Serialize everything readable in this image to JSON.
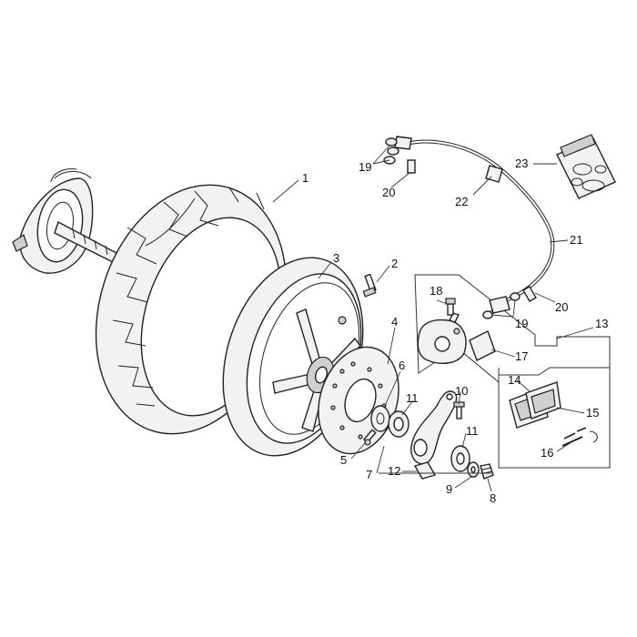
{
  "callouts": [
    {
      "id": "c1",
      "label": "1"
    },
    {
      "id": "c2",
      "label": "2"
    },
    {
      "id": "c3",
      "label": "3"
    },
    {
      "id": "c4",
      "label": "4"
    },
    {
      "id": "c5",
      "label": "5"
    },
    {
      "id": "c6",
      "label": "6"
    },
    {
      "id": "c7",
      "label": "7"
    },
    {
      "id": "c8",
      "label": "8"
    },
    {
      "id": "c9",
      "label": "9"
    },
    {
      "id": "c10",
      "label": "10"
    },
    {
      "id": "c11a",
      "label": "11"
    },
    {
      "id": "c11b",
      "label": "11"
    },
    {
      "id": "c12",
      "label": "12"
    },
    {
      "id": "c13",
      "label": "13"
    },
    {
      "id": "c14",
      "label": "14"
    },
    {
      "id": "c15",
      "label": "15"
    },
    {
      "id": "c16",
      "label": "16"
    },
    {
      "id": "c17",
      "label": "17"
    },
    {
      "id": "c18",
      "label": "18"
    },
    {
      "id": "c19a",
      "label": "19"
    },
    {
      "id": "c19b",
      "label": "19"
    },
    {
      "id": "c20a",
      "label": "20"
    },
    {
      "id": "c20b",
      "label": "20"
    },
    {
      "id": "c21",
      "label": "21"
    },
    {
      "id": "c22",
      "label": "22"
    },
    {
      "id": "c23",
      "label": "23"
    }
  ]
}
